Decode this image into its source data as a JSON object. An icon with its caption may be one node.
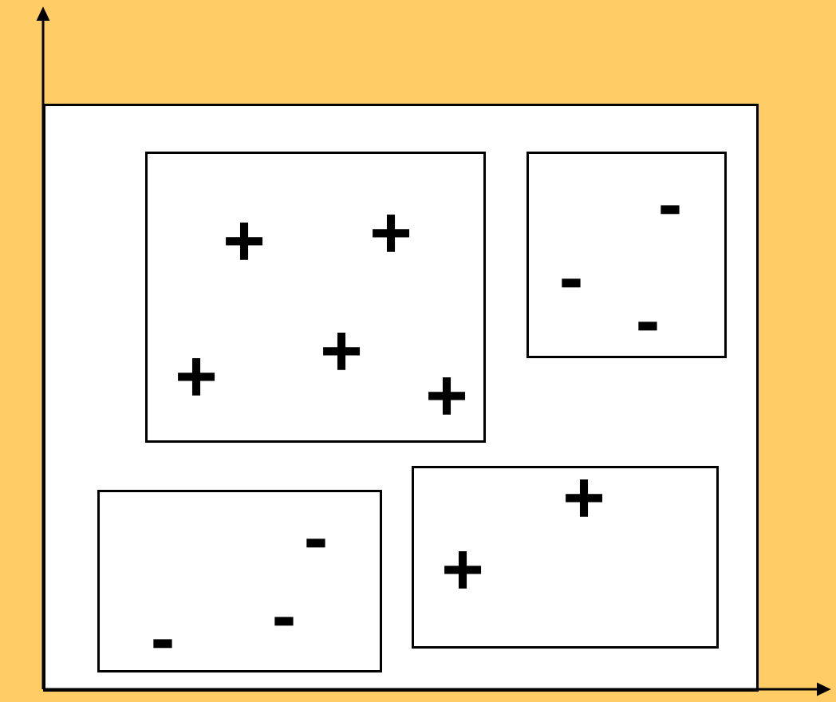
{
  "diagram": {
    "nodes": [
      {
        "text": [],
        "shape": "box"
      },
      {
        "text": [
          "+",
          "+",
          "+",
          "+",
          "+"
        ],
        "in": 0
      },
      {
        "text": [
          "-",
          "-",
          "-"
        ],
        "in": 0
      },
      {
        "text": [
          "-",
          "-",
          "-"
        ],
        "in": 0
      },
      {
        "text": [
          "+",
          "+"
        ],
        "in": 0
      }
    ]
  }
}
